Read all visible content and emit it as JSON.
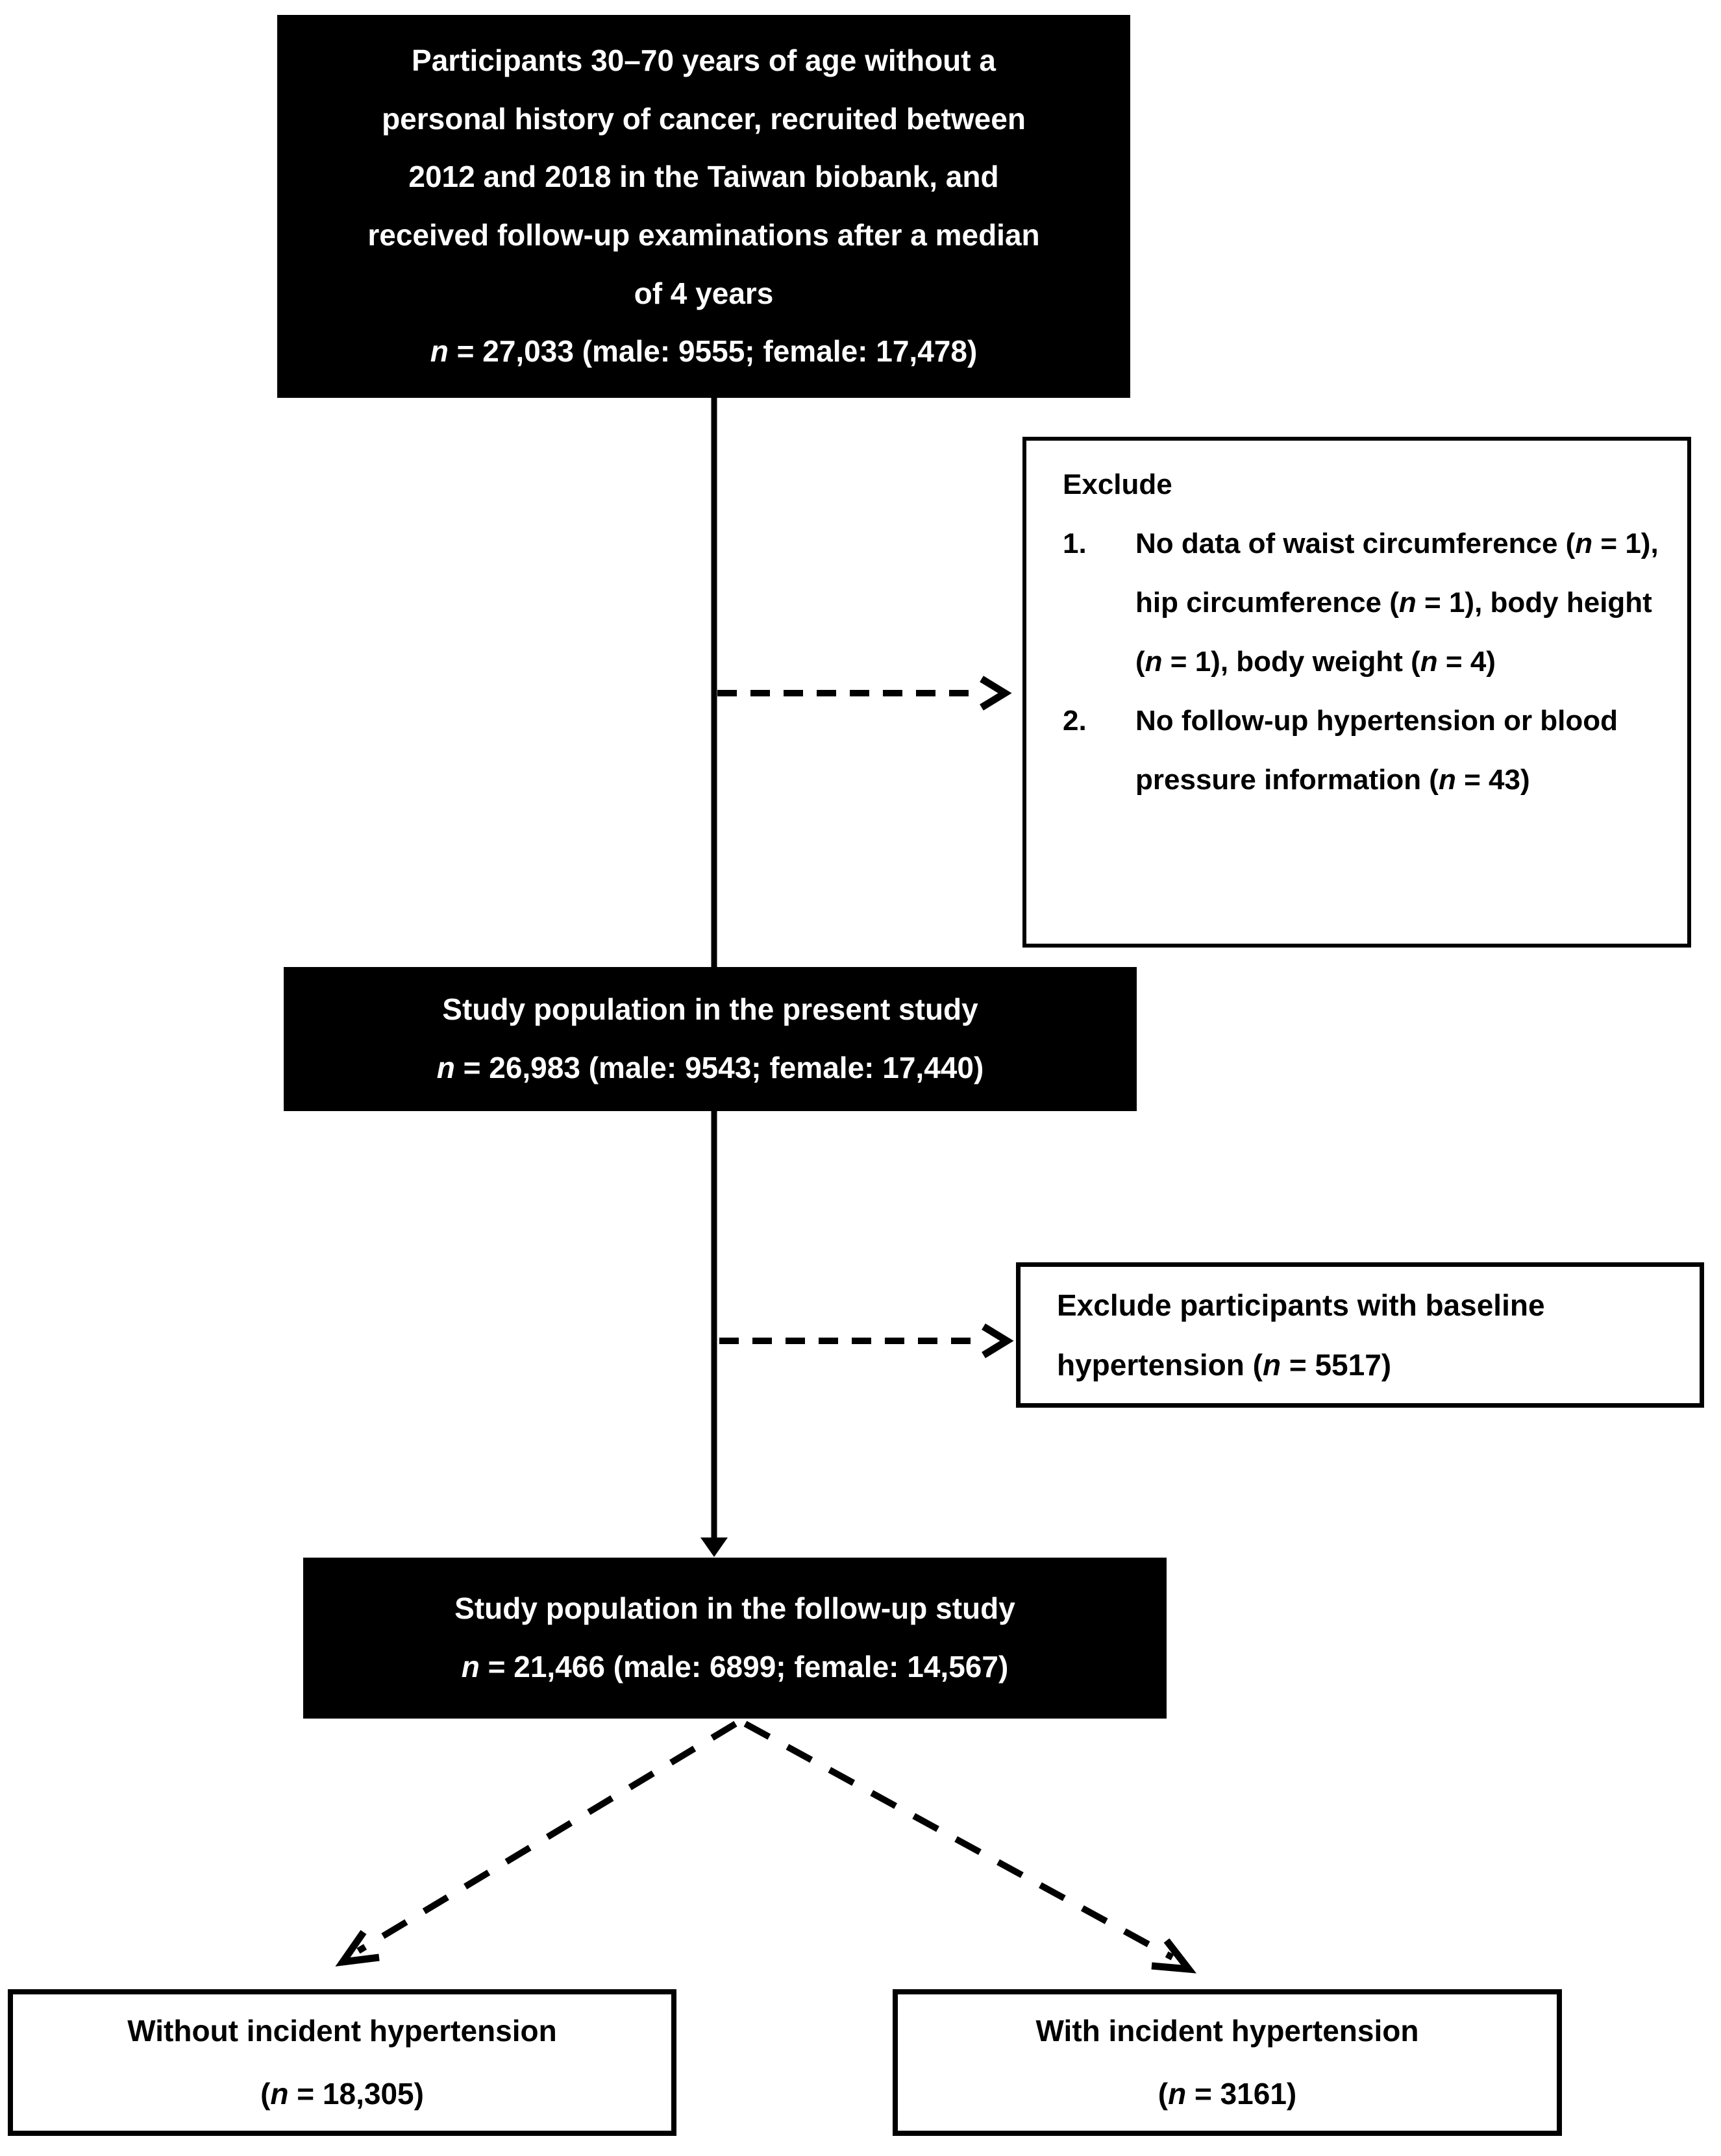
{
  "figure": "study-participant-flow-diagram",
  "colors": {
    "box_fill": "#000000",
    "box_text": "#ffffff",
    "white_box_bg": "#ffffff",
    "border_and_arrows": "#000000",
    "page_background": "#ffffff"
  },
  "boxes": {
    "recruitment": {
      "lines": [
        "Participants 30–70 years of age without a",
        "personal history of cancer, recruited between",
        "2012 and 2018 in the Taiwan biobank, and",
        "received follow-up examinations after a median",
        "of 4 years"
      ],
      "text": "Participants 30–70 years of age without a personal history of cancer, recruited between 2012 and 2018 in the Taiwan biobank, and received follow-up examinations after a median of 4 years",
      "n_line": "n = 27,033 (male: 9555; female: 17,478)"
    },
    "exclude1": {
      "heading": "Exclude",
      "items": [
        {
          "num": "1.",
          "text": "No data of waist circumference (n = 1), hip circumference (n = 1), body height (n = 1), body weight (n = 4)"
        },
        {
          "num": "2.",
          "text": "No follow-up hypertension or blood pressure information (n = 43)"
        }
      ]
    },
    "present": {
      "text": "Study population in the present study",
      "n_line": "n = 26,983 (male: 9543; female: 17,440)"
    },
    "exclude2": {
      "text": "Exclude participants with baseline hypertension (n = 5517)"
    },
    "followup": {
      "text": "Study population in the follow-up study",
      "n_line": "n = 21,466 (male: 6899; female: 14,567)"
    },
    "without": {
      "text": "Without incident hypertension",
      "n_line": "(n = 18,305)"
    },
    "with": {
      "text": "With incident hypertension",
      "n_line": "(n = 3161)"
    }
  }
}
